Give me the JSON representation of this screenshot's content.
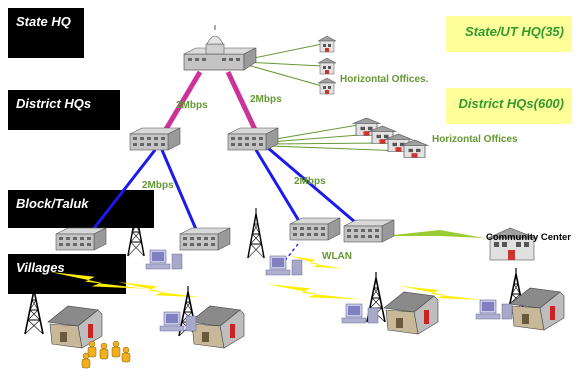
{
  "levels": {
    "state": "State HQ",
    "district": "District HQs",
    "block": "Block/Taluk",
    "villages": "Villages"
  },
  "hq_counts": {
    "state": "State/UT HQ(35)",
    "district": "District HQs(600)"
  },
  "labels": {
    "horizontal_offices_state": "Horizontal Offices.",
    "horizontal_offices_district": "Horizontal Offices",
    "bandwidth_state_left": "2Mbps",
    "bandwidth_state_right": "2Mbps",
    "bandwidth_district_left": "2Mbps",
    "bandwidth_district_right": "2Mbps",
    "community_center": "Community Center",
    "wlan": "WLAN"
  },
  "colors": {
    "state_link": "#cc3399",
    "district_link": "#1a1aee",
    "office_link": "#669933",
    "wireless_bolt": "#ffee00",
    "label_box": "#ffff99",
    "label_text": "#339933"
  },
  "icons": [
    "capitol-building-icon",
    "office-building-icon",
    "house-icon",
    "radio-tower-icon",
    "desktop-computer-icon",
    "people-icon",
    "lightning-bolt-icon"
  ]
}
